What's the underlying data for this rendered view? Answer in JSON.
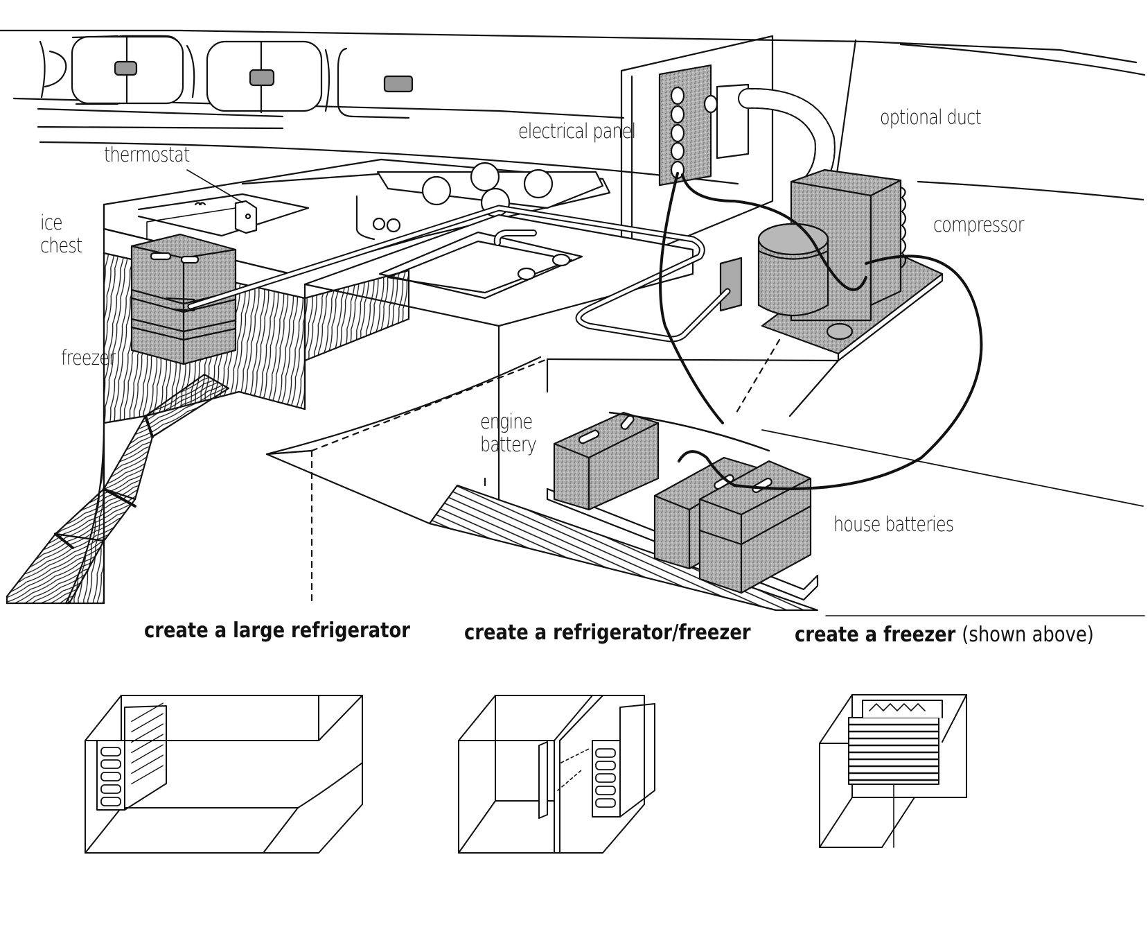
{
  "diagram": {
    "subject": "Boat galley refrigeration system layout",
    "colors": {
      "ink": "#111111",
      "stipple_fill": "#a8a8a8",
      "paper": "#ffffff"
    },
    "labels": {
      "thermostat": "thermostat",
      "ice_chest": "ice\nchest",
      "freezer": "freezer",
      "electrical_panel": "electrical panel",
      "optional_duct": "optional duct",
      "compressor": "compressor",
      "engine_battery": "engine\nbattery",
      "house_batteries": "house batteries"
    },
    "configurations": [
      {
        "title": "create a large refrigerator",
        "note": ""
      },
      {
        "title": "create a refrigerator/freezer",
        "note": ""
      },
      {
        "title": "create a freezer",
        "note": "(shown above)"
      }
    ]
  }
}
